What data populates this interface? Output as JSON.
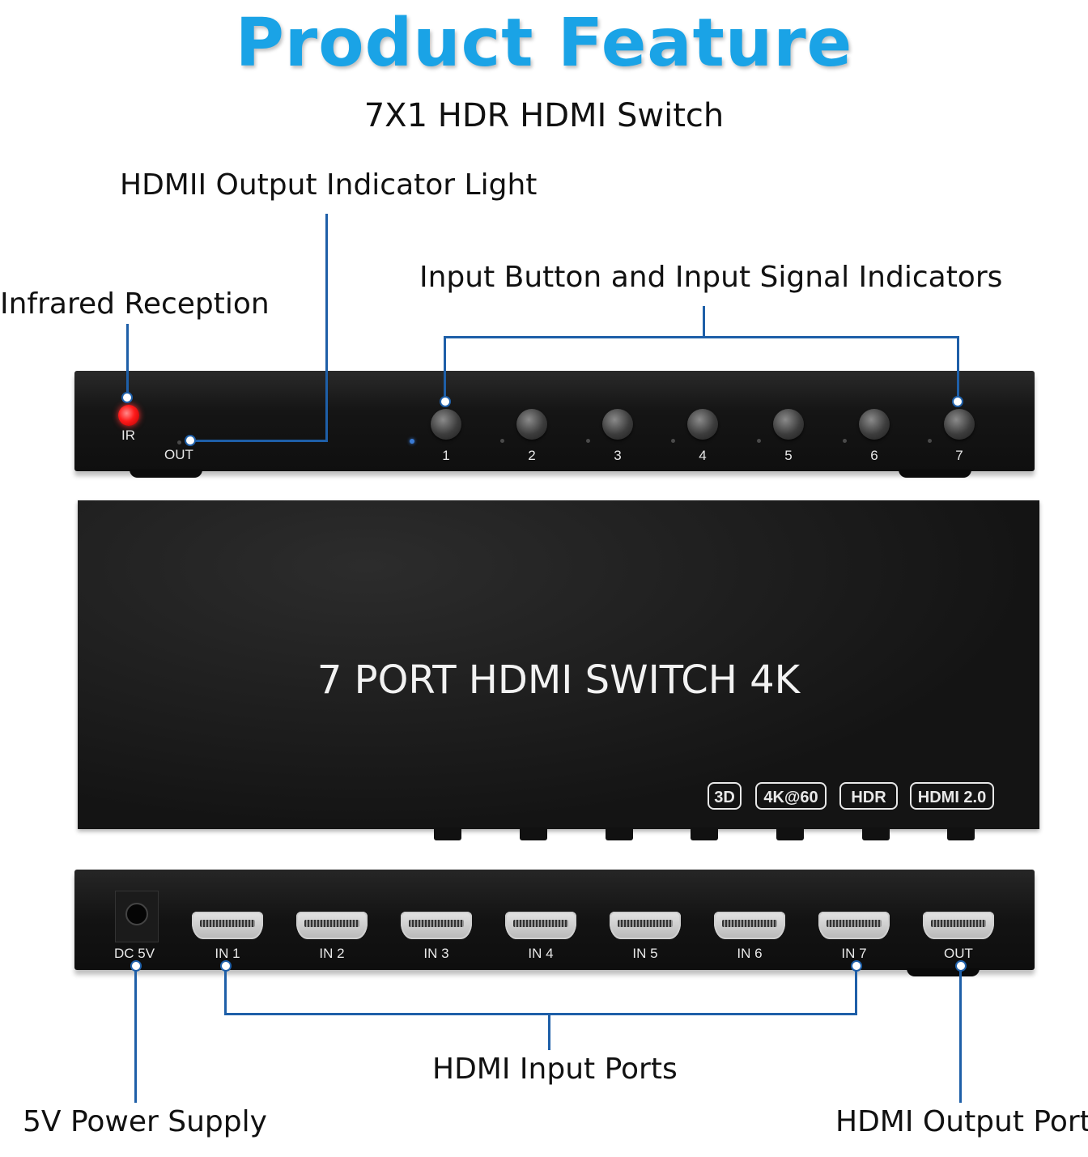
{
  "header": {
    "title": "Product Feature",
    "subtitle": "7X1 HDR HDMI Switch"
  },
  "callouts": {
    "output_indicator": "HDMII Output Indicator Light",
    "input_buttons": "Input Button and Input Signal Indicators",
    "infrared": "Infrared Reception",
    "input_ports": "HDMI Input Ports",
    "power": "5V Power Supply",
    "output_port": "HDMI Output Port"
  },
  "front_panel": {
    "ir_label": "IR",
    "out_label": "OUT",
    "buttons": [
      "1",
      "2",
      "3",
      "4",
      "5",
      "6",
      "7"
    ],
    "active_input": "1"
  },
  "top_box": {
    "label": "7 PORT HDMI SWITCH 4K",
    "badges": [
      "3D",
      "4K@60",
      "HDR",
      "HDMI 2.0"
    ]
  },
  "back_panel": {
    "power_label": "DC 5V",
    "ports": [
      "IN 1",
      "IN 2",
      "IN 3",
      "IN 4",
      "IN 5",
      "IN 6",
      "IN 7",
      "OUT"
    ]
  },
  "colors": {
    "title_blue": "#1aa3e6",
    "callout_line": "#1e5fa8",
    "device_body": "#151515",
    "ir_led": "#ff1a1a"
  }
}
